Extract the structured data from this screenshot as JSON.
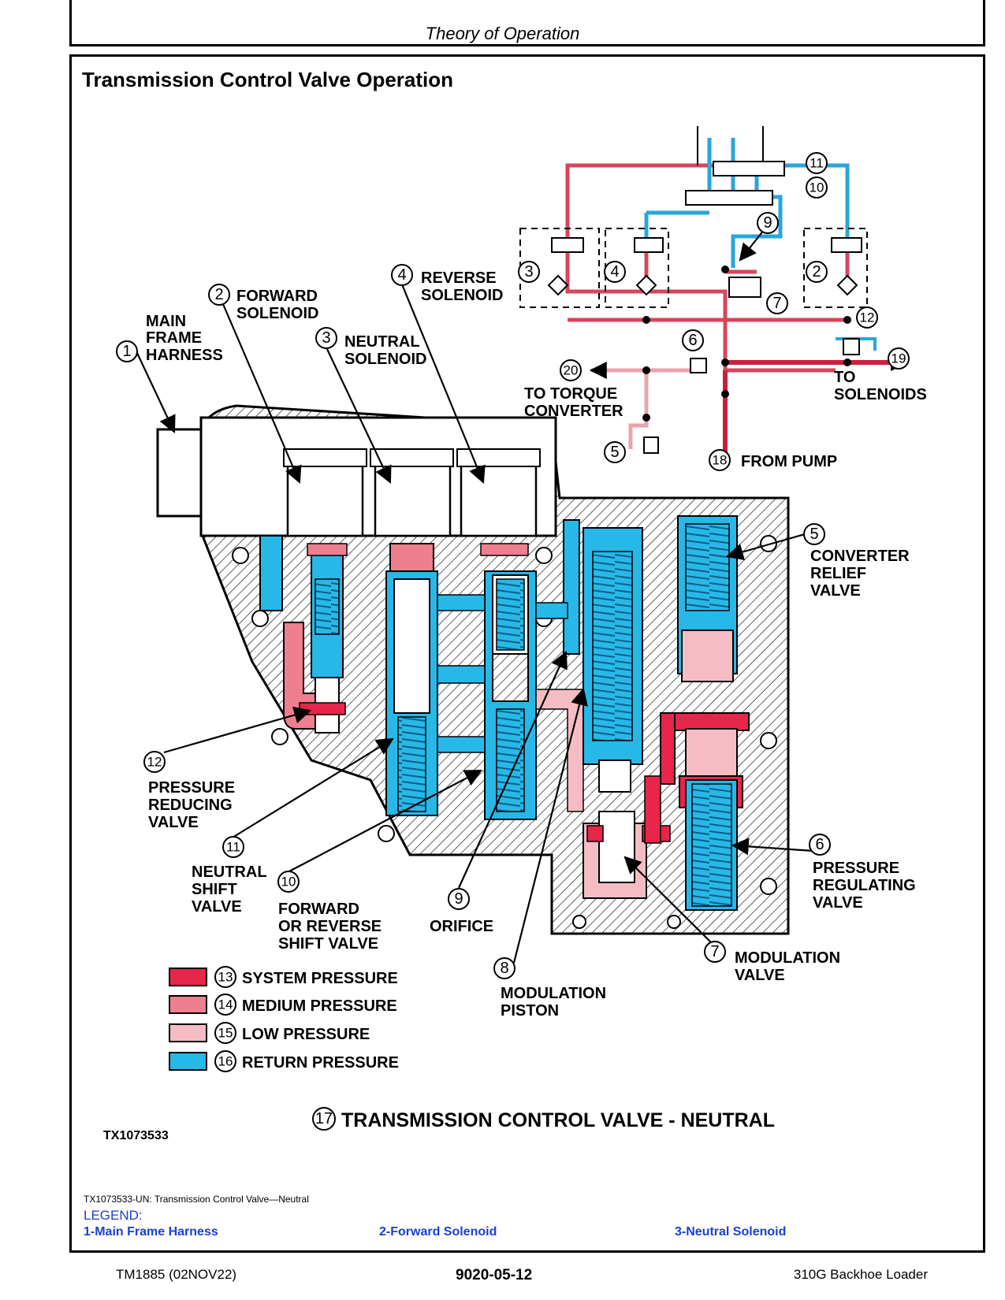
{
  "header": {
    "title": "Theory of Operation"
  },
  "section": {
    "title": "Transmission Control Valve Operation"
  },
  "figure": {
    "image_id": "TX1073533",
    "title_num": "17",
    "title": "TRANSMISSION CONTROL VALVE - NEUTRAL",
    "callouts": {
      "main_frame_harness": [
        "MAIN",
        "FRAME",
        "HARNESS"
      ],
      "forward_solenoid": [
        "FORWARD",
        "SOLENOID"
      ],
      "neutral_solenoid": [
        "NEUTRAL",
        "SOLENOID"
      ],
      "reverse_solenoid": [
        "REVERSE",
        "SOLENOID"
      ],
      "converter_relief_valve": [
        "CONVERTER",
        "RELIEF",
        "VALVE"
      ],
      "pressure_reducing_valve": [
        "PRESSURE",
        "REDUCING",
        "VALVE"
      ],
      "neutral_shift_valve": [
        "NEUTRAL",
        "SHIFT",
        "VALVE"
      ],
      "forward_or_reverse_shift_valve": [
        "FORWARD",
        "OR REVERSE",
        "SHIFT VALVE"
      ],
      "orifice": [
        "ORIFICE"
      ],
      "modulation_piston": [
        "MODULATION",
        "PISTON"
      ],
      "modulation_valve": [
        "MODULATION",
        "VALVE"
      ],
      "pressure_regulating_valve": [
        "PRESSURE",
        "REGULATING",
        "VALVE"
      ],
      "to_torque_converter": [
        "TO TORQUE",
        "CONVERTER"
      ],
      "to_solenoids": [
        "TO",
        "SOLENOIDS"
      ],
      "from_pump": [
        "FROM PUMP"
      ]
    },
    "numbers": [
      "1",
      "2",
      "3",
      "4",
      "5",
      "6",
      "7",
      "8",
      "9",
      "10",
      "11",
      "12",
      "18",
      "19",
      "20"
    ],
    "key": [
      {
        "num": "13",
        "label": "SYSTEM PRESSURE",
        "color": "#e8254a"
      },
      {
        "num": "14",
        "label": "MEDIUM PRESSURE",
        "color": "#ee7f8e"
      },
      {
        "num": "15",
        "label": "LOW PRESSURE",
        "color": "#f6bcc4"
      },
      {
        "num": "16",
        "label": "RETURN PRESSURE",
        "color": "#27b8e8"
      }
    ]
  },
  "caption": "TX1073533-UN: Transmission Control Valve—Neutral",
  "legend": {
    "title": "LEGEND:",
    "items": [
      "1-Main Frame Harness",
      "2-Forward Solenoid",
      "3-Neutral Solenoid"
    ]
  },
  "footer": {
    "left": "TM1885 (02NOV22)",
    "center": "9020-05-12",
    "right": "310G Backhoe Loader"
  }
}
